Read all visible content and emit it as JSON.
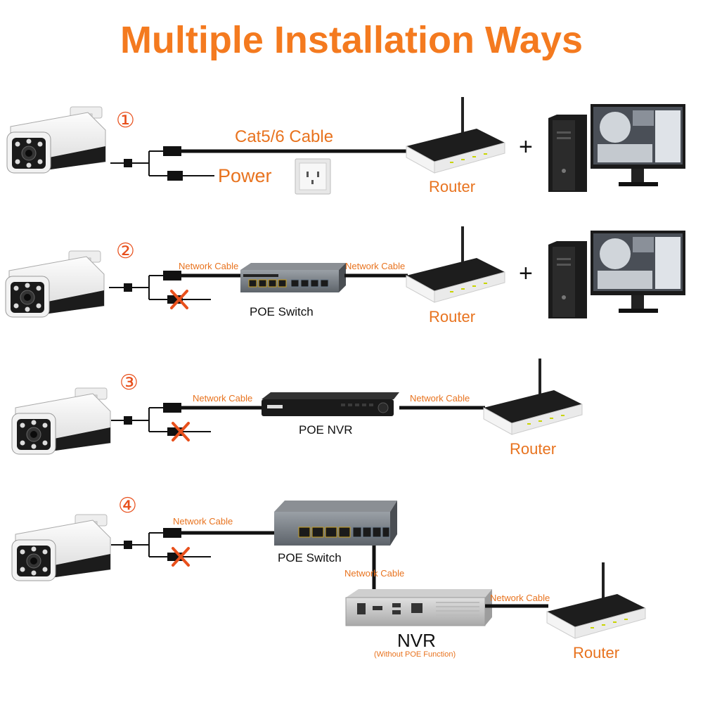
{
  "title": "Multiple Installation Ways",
  "colors": {
    "accent": "#f47a1f",
    "line": "#111111",
    "cross": "#e8501c"
  },
  "rows": [
    {
      "number": "①",
      "cable_label": "Cat5/6 Cable",
      "power_label": "Power",
      "router_label": "Router",
      "plus": "+",
      "pc_icon": "desktop-pc-with-monitor-icon"
    },
    {
      "number": "②",
      "cable_left": "Network Cable",
      "cable_right": "Network Cable",
      "switch_label": "POE Switch",
      "router_label": "Router",
      "plus": "+",
      "pc_icon": "desktop-pc-with-monitor-icon"
    },
    {
      "number": "③",
      "cable_left": "Network Cable",
      "cable_right": "Network Cable",
      "nvr_label": "POE NVR",
      "router_label": "Router"
    },
    {
      "number": "④",
      "cable_left": "Network Cable",
      "cable_mid": "Network Cable",
      "cable_right": "Network Cable",
      "switch_label": "POE Switch",
      "nvr_label": "NVR",
      "nvr_sub": "(Without POE Function)",
      "router_label": "Router"
    }
  ]
}
